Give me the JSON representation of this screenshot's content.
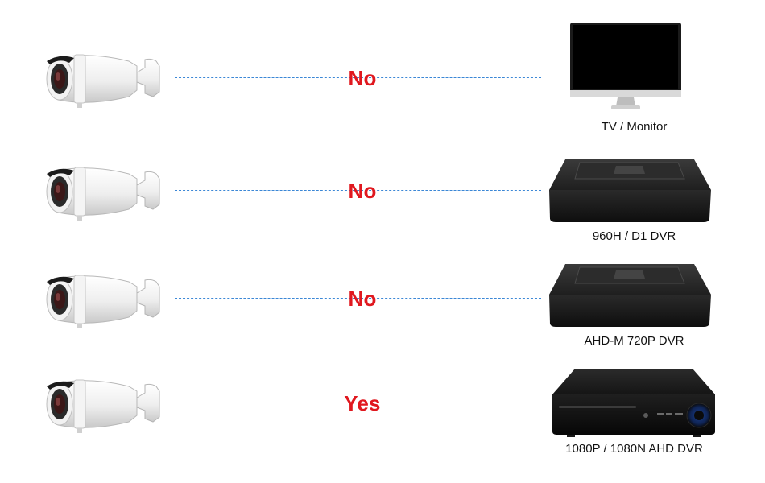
{
  "rows": [
    {
      "answer": "No",
      "device_label": "TV / Monitor",
      "device_icon": "tv-monitor-icon"
    },
    {
      "answer": "No",
      "device_label": "960H / D1 DVR",
      "device_icon": "dvr-icon"
    },
    {
      "answer": "No",
      "device_label": "AHD-M 720P DVR",
      "device_icon": "dvr-icon"
    },
    {
      "answer": "Yes",
      "device_label": "1080P / 1080N AHD DVR",
      "device_icon": "dvr-1080p-icon"
    }
  ],
  "camera_icon": "bullet-camera-icon",
  "colors": {
    "answer": "#e0181f",
    "connection_line": "#3b87d6"
  }
}
